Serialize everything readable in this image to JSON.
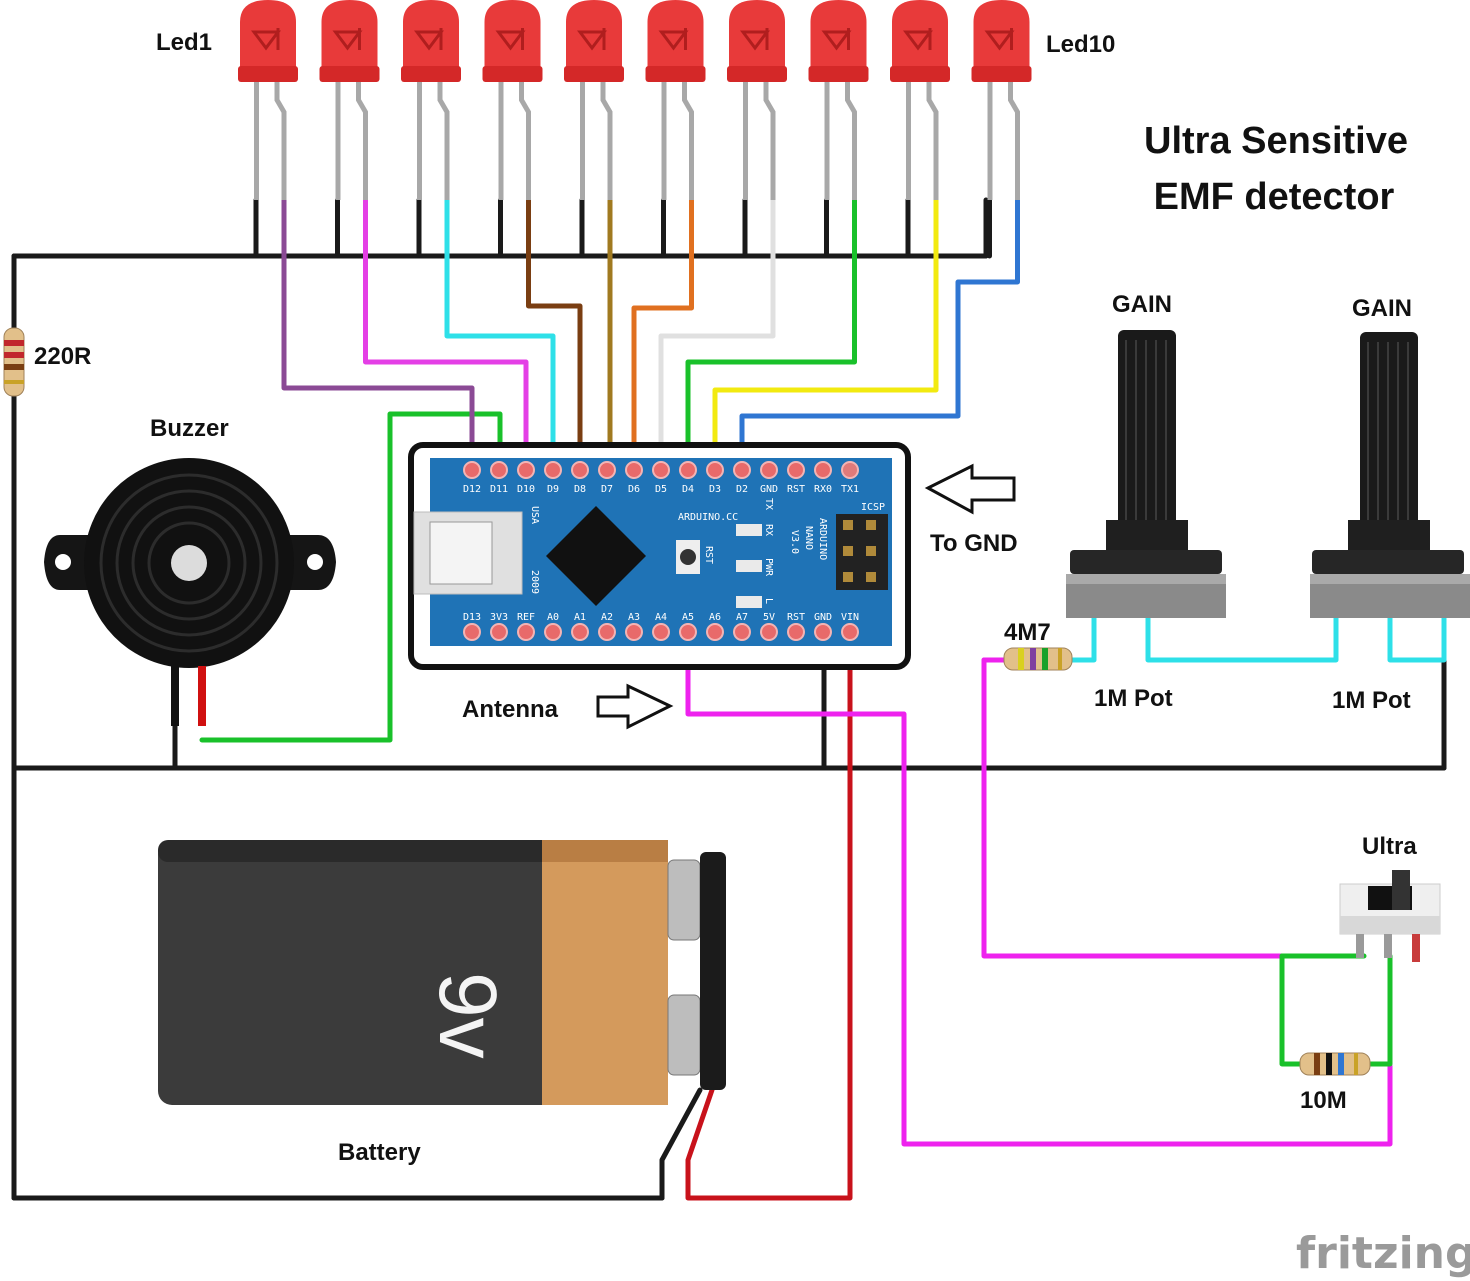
{
  "title": {
    "line1": "Ultra Sensitive",
    "line2": "EMF detector"
  },
  "labels": {
    "led_first": "Led1",
    "led_last": "Led10",
    "resistor_220": "220R",
    "buzzer": "Buzzer",
    "to_gnd": "To GND",
    "antenna": "Antenna",
    "battery": "Battery",
    "battery_value": "9v",
    "gain_left": "GAIN",
    "gain_right": "GAIN",
    "pot_left": "1M Pot",
    "pot_right": "1M Pot",
    "resistor_4m7": "4M7",
    "resistor_10m": "10M",
    "switch": "Ultra",
    "watermark": "fritzing"
  },
  "arduino": {
    "top_pins": [
      "D12",
      "D11",
      "D10",
      "D9",
      "D8",
      "D7",
      "D6",
      "D5",
      "D4",
      "D3",
      "D2",
      "GND",
      "RST",
      "RX0",
      "TX1"
    ],
    "bottom_pins": [
      "D13",
      "3V3",
      "REF",
      "A0",
      "A1",
      "A2",
      "A3",
      "A4",
      "A5",
      "A6",
      "A7",
      "5V",
      "RST",
      "GND",
      "VIN"
    ],
    "board_text": [
      "ARDUINO.CC",
      "ARDUINO",
      "NANO",
      "V3.0",
      "ICSP",
      "USA",
      "2009",
      "RST",
      "TX",
      "RX",
      "PWR",
      "L"
    ]
  },
  "wire_colors": {
    "gnd": "#1a1a1a",
    "vin": "#c8121b",
    "antenna": "#ee22ee",
    "buzzer": "#19c12a",
    "led_signals": [
      "#8b4a95",
      "#e43fe6",
      "#2ee0e8",
      "#7a3e12",
      "#a07a20",
      "#e07020",
      "#e0e0e0",
      "#19c12a",
      "#f2ea10",
      "#2f76d2"
    ]
  }
}
